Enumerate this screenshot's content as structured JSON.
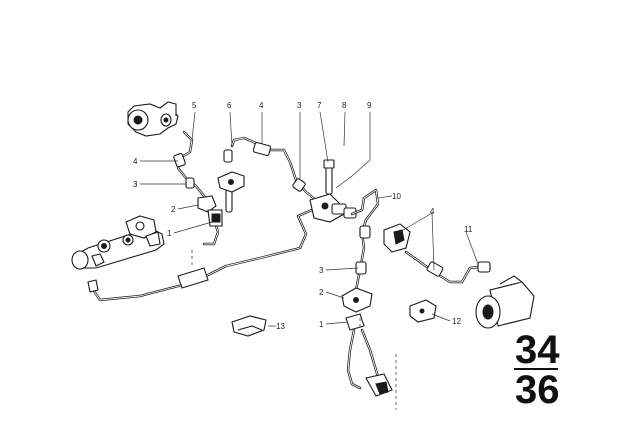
{
  "diagram": {
    "callouts": [
      {
        "id": "c5a",
        "label": "5"
      },
      {
        "id": "c6",
        "label": "6"
      },
      {
        "id": "c4a",
        "label": "4"
      },
      {
        "id": "c3a",
        "label": "3"
      },
      {
        "id": "c7",
        "label": "7"
      },
      {
        "id": "c8",
        "label": "8"
      },
      {
        "id": "c9",
        "label": "9"
      },
      {
        "id": "c4b",
        "label": "4"
      },
      {
        "id": "c3b",
        "label": "3"
      },
      {
        "id": "c2a",
        "label": "2"
      },
      {
        "id": "c1a",
        "label": "1"
      },
      {
        "id": "c10",
        "label": "10"
      },
      {
        "id": "c4c",
        "label": "4"
      },
      {
        "id": "c11",
        "label": "11"
      },
      {
        "id": "c3c",
        "label": "3"
      },
      {
        "id": "c2b",
        "label": "2"
      },
      {
        "id": "c1b",
        "label": "1"
      },
      {
        "id": "c12",
        "label": "12"
      },
      {
        "id": "c13",
        "label": "13"
      }
    ],
    "group_number": {
      "top": "34",
      "bottom": "36"
    }
  }
}
